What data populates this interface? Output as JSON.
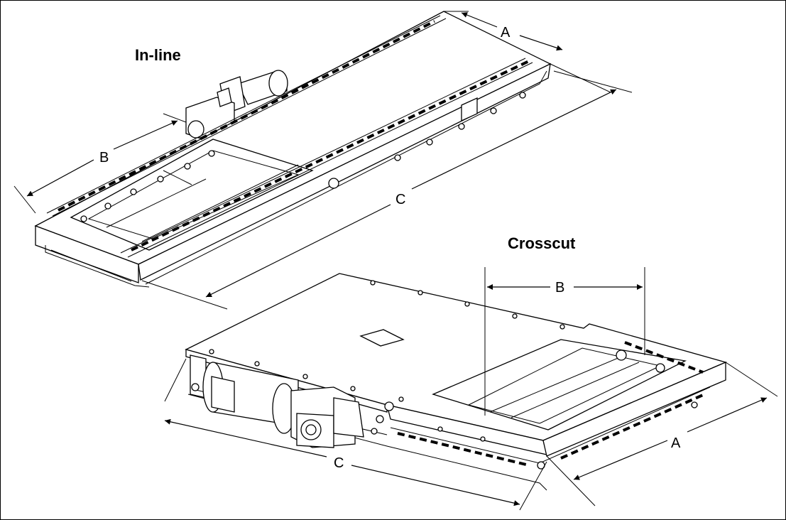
{
  "labels": {
    "inline_title": "In-line",
    "crosscut_title": "Crosscut",
    "inline_a": "A",
    "inline_b": "B",
    "inline_c": "C",
    "crosscut_a": "A",
    "crosscut_b": "B",
    "crosscut_c": "C"
  }
}
